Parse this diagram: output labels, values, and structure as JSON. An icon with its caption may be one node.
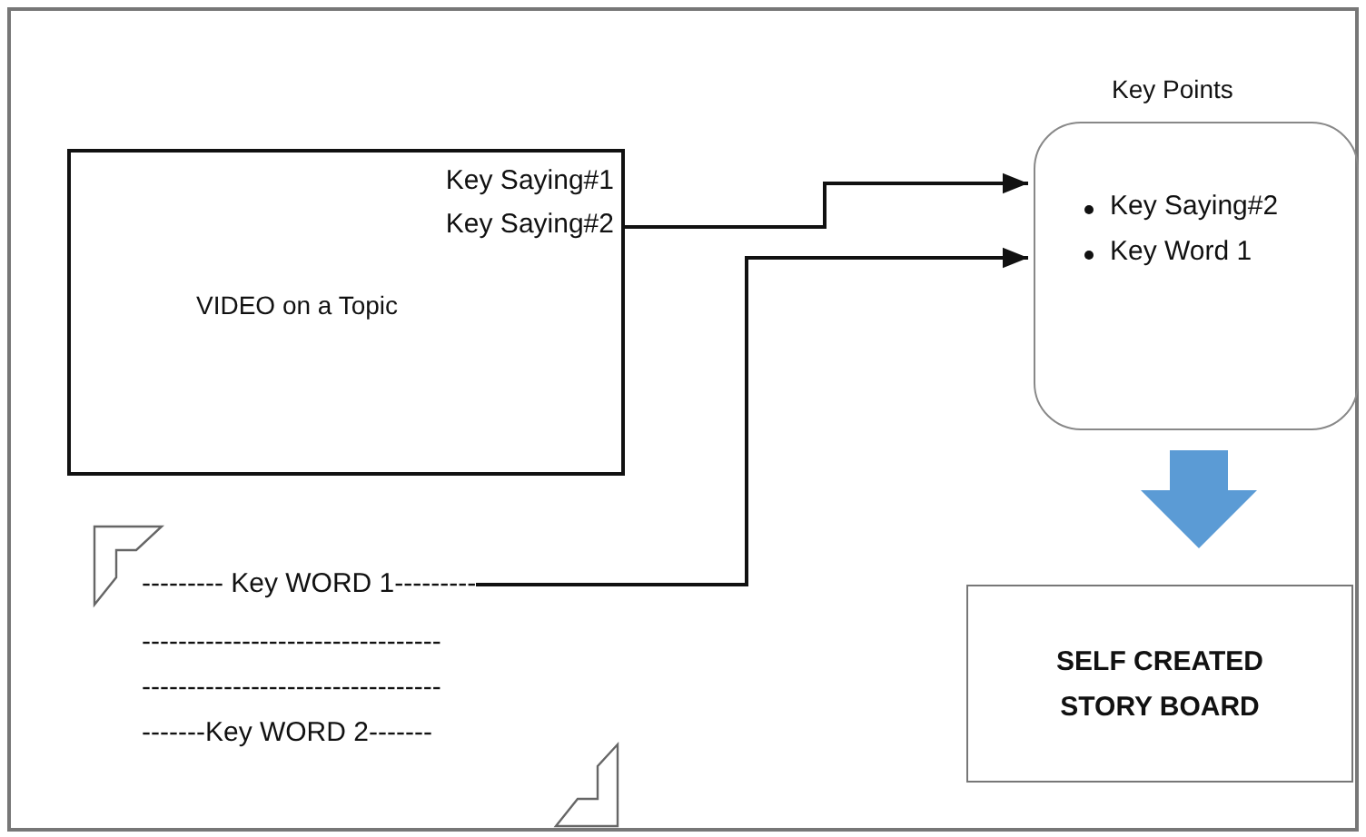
{
  "diagram": {
    "nodes": [
      {
        "text": [
          "VIDEO on a Topic"
        ]
      },
      {
        "text": [
          "Key  Saying#1"
        ],
        "in": 0
      },
      {
        "text": [
          "Key  Saying#2"
        ],
        "in": 0
      },
      {
        "text": [
          "Key Points",
          "Key Saying#2",
          "Key Word 1"
        ]
      },
      {
        "text": [
          "--------- Key WORD 1---------"
        ]
      },
      {
        "text": [
          "SELF CREATED STORY BOARD"
        ]
      }
    ],
    "edges": [
      {
        "from": 2,
        "to": 3,
        "arrow": "to"
      },
      {
        "from": 4,
        "to": 3,
        "arrow": "to"
      },
      {
        "from": 3,
        "to": 5,
        "arrow": "to",
        "style": "thick",
        "color": "#5b9bd5"
      }
    ],
    "labels": [
      "---------------------------------",
      "---------------------------------",
      "-------Key WORD 2-------"
    ]
  }
}
